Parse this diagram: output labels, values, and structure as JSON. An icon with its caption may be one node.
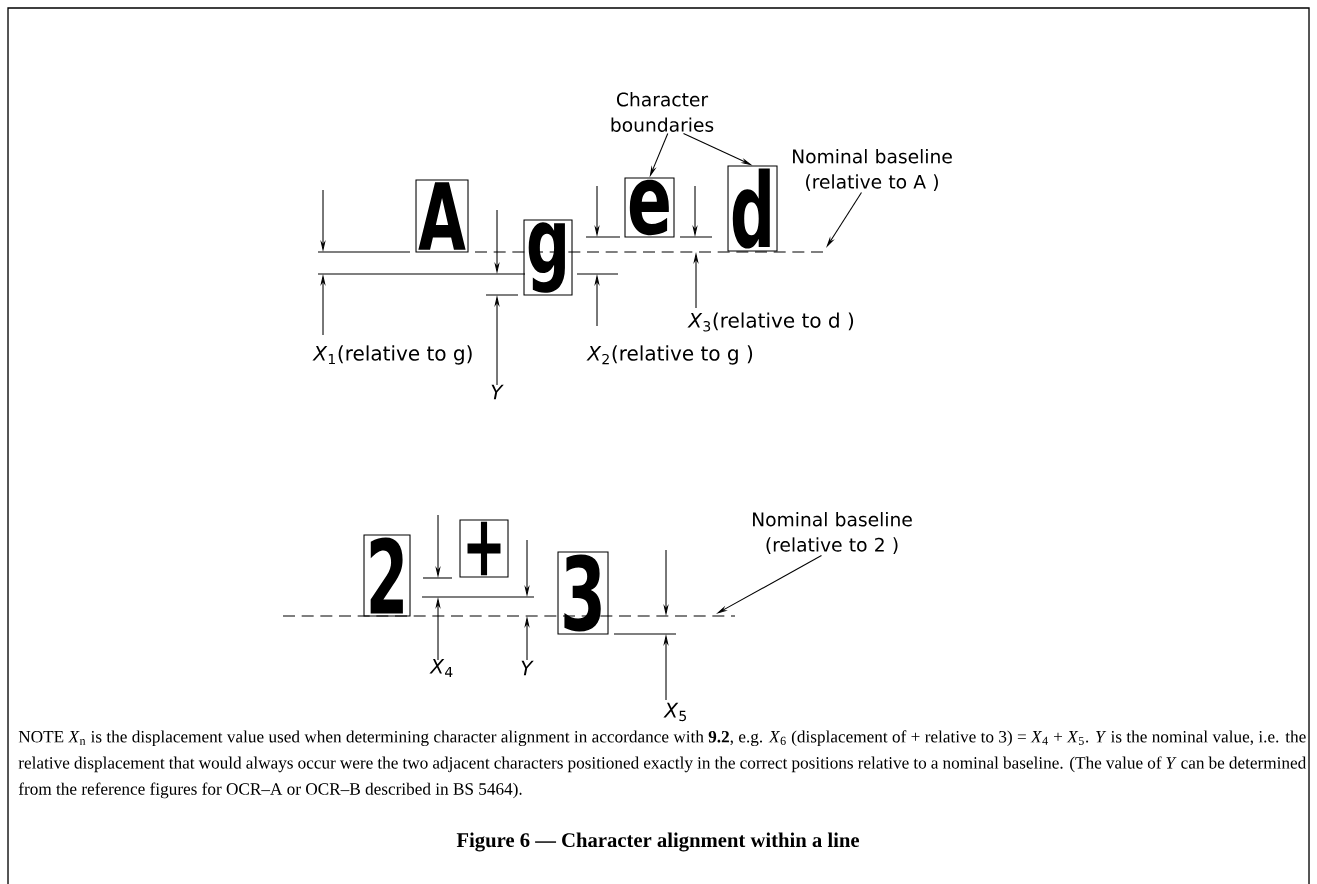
{
  "diagram": {
    "caption": "Figure 6 — Character alignment within a line",
    "nodes": [
      {
        "text": [
          "Character boundaries"
        ]
      },
      {
        "text": [
          "Nominal baseline (relative to A )"
        ]
      },
      {
        "text": [
          "A"
        ]
      },
      {
        "text": [
          "g"
        ]
      },
      {
        "text": [
          "e"
        ]
      },
      {
        "text": [
          "d"
        ]
      },
      {
        "text": [
          "Nominal baseline (relative to 2 )"
        ]
      },
      {
        "text": [
          "2"
        ]
      },
      {
        "text": [
          "+"
        ]
      },
      {
        "text": [
          "3"
        ]
      }
    ],
    "edges": [
      {
        "from": 0,
        "to": 4,
        "arrow": "to"
      },
      {
        "from": 0,
        "to": 5,
        "arrow": "to"
      },
      {
        "from": 1,
        "to": null,
        "arrow": "to"
      },
      {
        "from": 6,
        "to": null,
        "arrow": "to"
      }
    ],
    "labels": [
      "*X*$_{3}$(relative to d )",
      "*X*$_{1}$(relative to g)",
      "*X*$_{2}$(relative to g )",
      "*Y*",
      "*X*$_{4}$",
      "*Y*",
      "*X*$_{5}$",
      "NOTE   *X*$_{n}$ is the displacement value used when determining character alignment in accordance with **9.2**, e.g. *X*$_{6}$ (displacement of + relative to 3) = *X*$_{4}$ + *X*$_{5}$. *Y* is the nominal value, i.e. the relative displacement that would always occur were the two adjacent characters positioned exactly in the correct positions relative to a nominal baseline. (The value of *Y* can be determined from the reference figures for OCR–A or OCR–B described in BS 5464)."
    ]
  }
}
